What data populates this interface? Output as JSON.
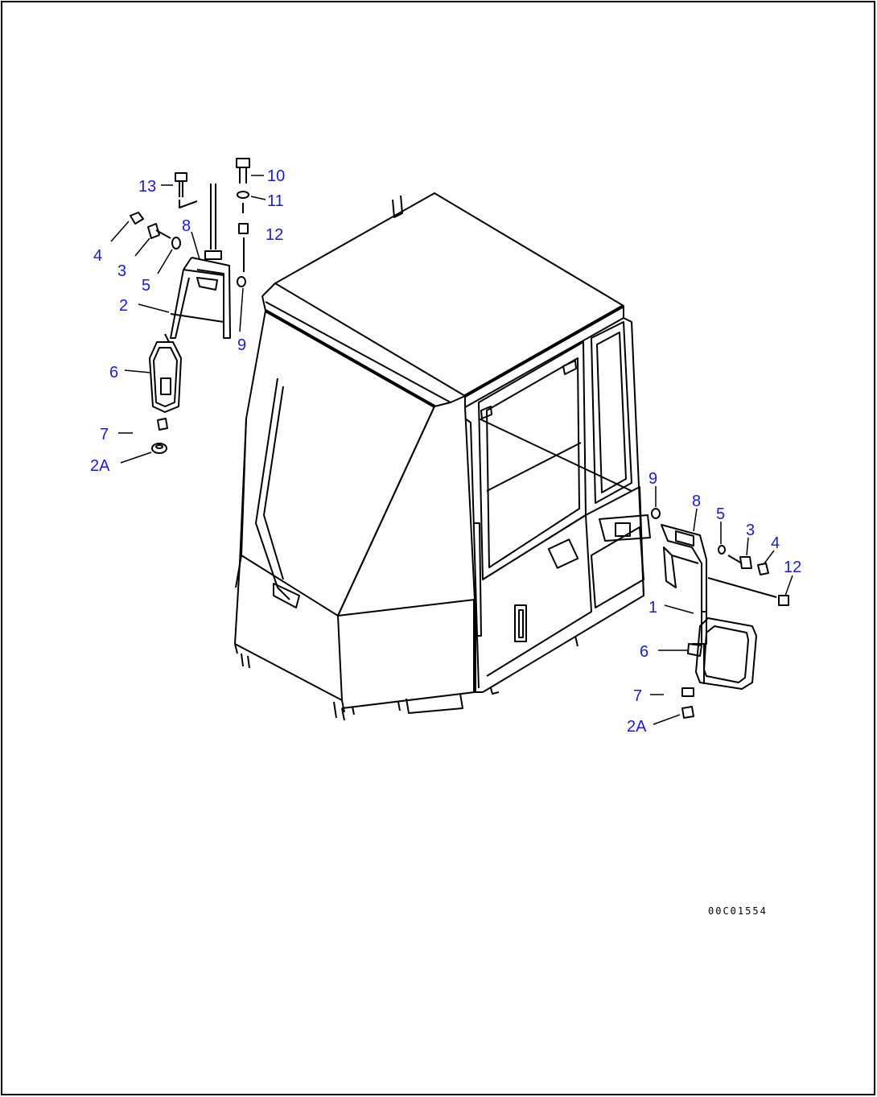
{
  "drawing_code": "00C01554",
  "colors": {
    "label": "#1a1adc",
    "line": "#000000",
    "background": "#ffffff"
  },
  "callouts": {
    "l13": "13",
    "l10": "10",
    "l11": "11",
    "l12a": "12",
    "l4a": "4",
    "l8a": "8",
    "l3a": "3",
    "l5a": "5",
    "l2": "2",
    "l9a": "9",
    "l6a": "6",
    "l7a": "7",
    "l2Aa": "2A",
    "l9b": "9",
    "l8b": "8",
    "l5b": "5",
    "l3b": "3",
    "l4b": "4",
    "l12b": "12",
    "l1": "1",
    "l6b": "6",
    "l7b": "7",
    "l2Ab": "2A"
  }
}
